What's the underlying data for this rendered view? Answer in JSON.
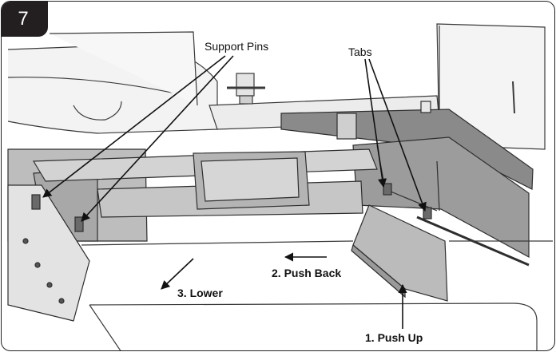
{
  "step": {
    "number": "7"
  },
  "labels": {
    "support_pins": "Support Pins",
    "tabs": "Tabs",
    "push_back": "2. Push Back",
    "lower": "3. Lower",
    "push_up": "1. Push Up"
  },
  "colors": {
    "line": "#3a3a3a",
    "panel_light": "#d9d9d9",
    "panel_mid": "#a6a6a6",
    "panel_dark": "#7a7a7a",
    "arrow": "#111111",
    "badge": "#231f20"
  }
}
